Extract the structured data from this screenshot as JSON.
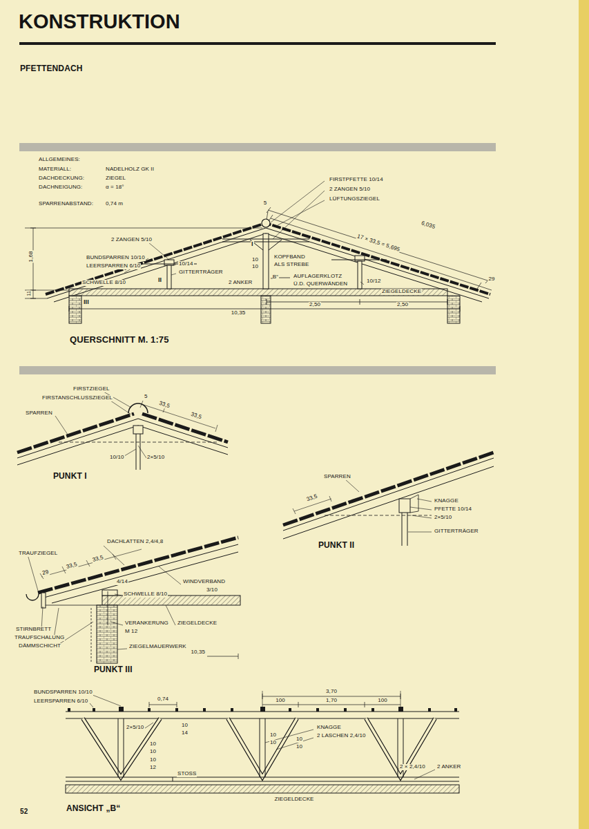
{
  "diagram": {
    "title": "KONSTRUKTION",
    "labels": [
      "ALLGEMEINES:",
      "MATERIALL:",
      "NADELHOLZ GK II",
      "DACHDECKUNG:",
      "ZIEGEL",
      "DACHNEIGUNG:",
      "α = 18°",
      "SPARRENABSTAND:",
      "0,74 m",
      "FIRSTPFETTE 10/14",
      "2 ZANGEN 5/10",
      "LÜFTUNGSZIEGEL",
      "5",
      "6,035",
      "17 × 33,5 = 5,695",
      "29",
      "2 ZANGEN 5/10",
      "BUNDSPARREN 10/10",
      "LEERSPARREN 6/10",
      "10/14",
      "GITTERTRÄGER",
      "II",
      "I",
      "10",
      "10",
      "KOPFBAND",
      "ALS STREBE",
      "„B“",
      "AUFLAGERKLOTZ",
      "Ü.D. QUERWÄNDEN",
      "SCHWELLE 8/10",
      "2 ANKER",
      "10/12",
      "ZIEGELDECKE",
      "III",
      "1,68",
      "11",
      "10,35",
      "2,50",
      "2,50",
      "QUERSCHNITT M. 1:75",
      "FIRSTZIEGEL",
      "FIRSTANSCHLUSSZIEGEL",
      "SPARREN",
      "5",
      "33,5",
      "33,5",
      "10/10",
      "2×5/10",
      "PUNKT I",
      "SPARREN",
      "33,5",
      "KNAGGE",
      "PFETTE 10/14",
      "2×5/10",
      "GITTERTRÄGER",
      "PUNKT II",
      "DACHLATTEN 2,4/4,8",
      "TRAUFZIEGEL",
      "29",
      "33,5",
      "33,5",
      "4/14",
      "WINDVERBAND",
      "3/10",
      "SCHWELLE 8/10",
      "STIRNBRETT",
      "TRAUFSCHALUNG",
      "DÄMMSCHICHT",
      "VERANKERUNG",
      "M 12",
      "ZIEGELDECKE",
      "ZIEGELMAUERWERK",
      "10,35",
      "PUNKT III",
      "BUNDSPARREN 10/10",
      "LEERSPARREN 6/10",
      "0,74",
      "3,70",
      "100",
      "1,70",
      "100",
      "2×5/10",
      "10",
      "14",
      "10",
      "10",
      "10",
      "12",
      "STOSS",
      "10",
      "10",
      "10",
      "10",
      "KNAGGE",
      "2 LASCHEN 2,4/10",
      "2 × 2,4/10",
      "2 ANKER",
      "ZIEGELDECKE",
      "ANSICHT „B“",
      "52",
      "PFETTENDACH"
    ]
  }
}
